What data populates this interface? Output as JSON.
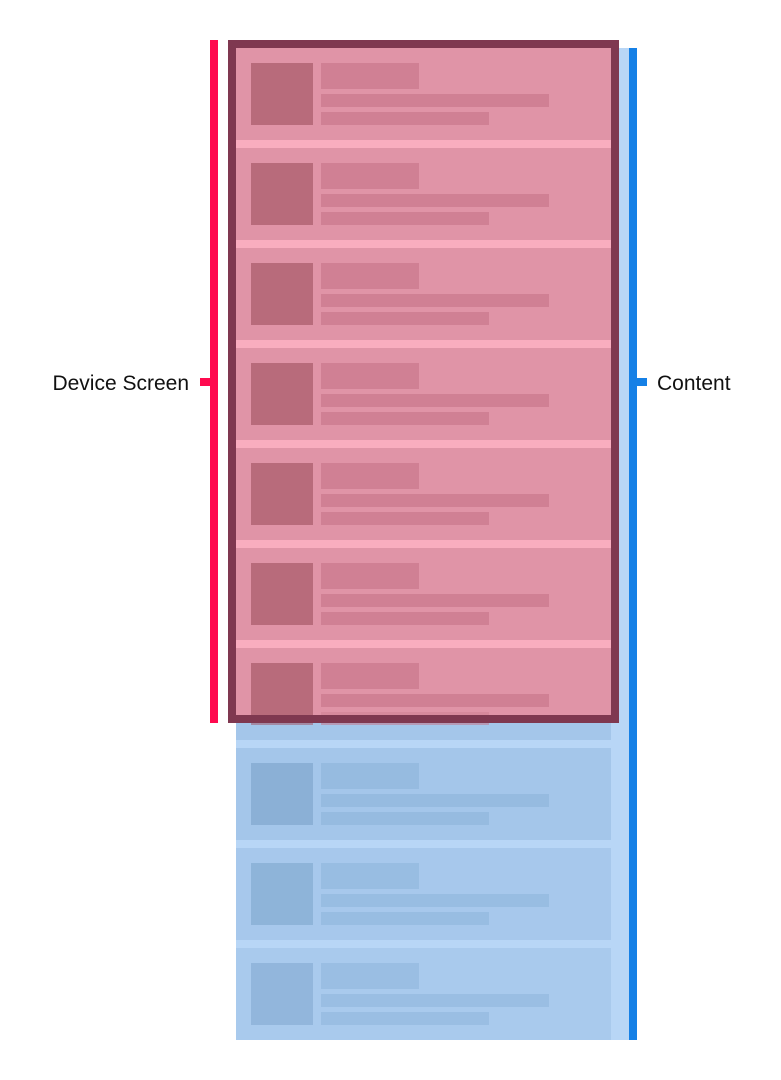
{
  "labels": {
    "device_screen": "Device Screen",
    "content": "Content"
  },
  "colors": {
    "device_bracket": "#ff0a4f",
    "content_bracket": "#1580e6",
    "content_column_bg": "#b8d6f6",
    "content_card_bg": "#a4c6ea",
    "screen_card_bg": "#e094a7",
    "screen_separator": "#f9adbf",
    "screen_frame": "#7f3850",
    "card_thumb_onscreen": "#b86b7b",
    "card_lines_onscreen": "#d08094",
    "card_thumb_offscreen": "#8bb0d6",
    "card_lines_offscreen": "#96bbe0",
    "background": "#ffffff"
  },
  "list": {
    "total_cards": 10,
    "cards_on_screen": 7,
    "offscreen_cards": 3
  }
}
